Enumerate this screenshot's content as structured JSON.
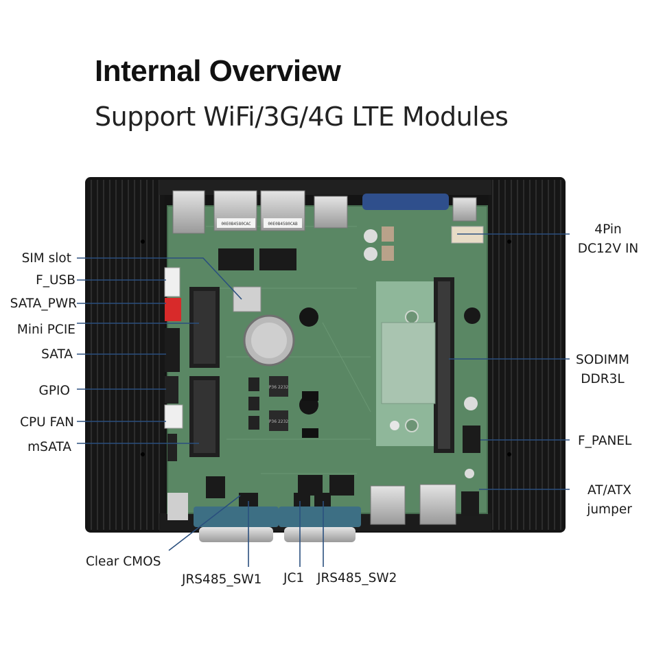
{
  "header": {
    "title": "Internal Overview",
    "subtitle": "Support WiFi/3G/4G LTE Modules"
  },
  "colors": {
    "leader_line": "#2a4f7e",
    "pcb": "#5e8a66",
    "chassis": "#1b1b1b"
  },
  "labels": {
    "sim_slot": "SIM slot",
    "f_usb": "F_USB",
    "sata_pwr": "SATA_PWR",
    "mini_pcie": "Mini PCIE",
    "sata": "SATA",
    "gpio": "GPIO",
    "cpu_fan": "CPU FAN",
    "msata": "mSATA",
    "dc_in_line1": "4Pin",
    "dc_in_line2": "DC12V IN",
    "sodimm_line1": "SODIMM",
    "sodimm_line2": "DDR3L",
    "f_panel": "F_PANEL",
    "at_atx_line1": "AT/ATX",
    "at_atx_line2": "jumper",
    "clear_cmos": "Clear CMOS",
    "jrs485_sw1": "JRS485_SW1",
    "jc1": "JC1",
    "jrs485_sw2": "JRS485_SW2"
  },
  "board_markings": {
    "mac_label_1": "00E0B4580CAC",
    "mac_label_2": "00E0B4580CAB",
    "inductor_1": "P36 2232",
    "inductor_2": "P36 2232"
  }
}
